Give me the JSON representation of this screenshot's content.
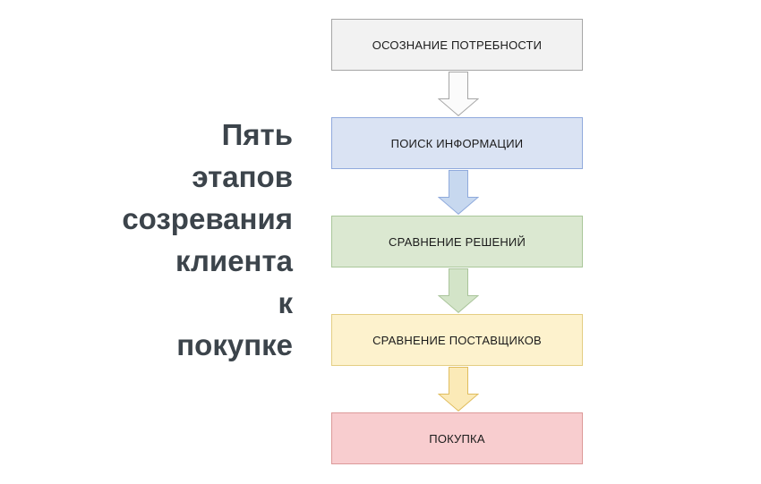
{
  "diagram": {
    "type": "vertical-flowchart",
    "title_lines": [
      "Пять",
      "этапов",
      "созревания",
      "клиента",
      "к",
      "покупке"
    ],
    "title_text": "Пять этапов созревания клиента к покупке",
    "title_color": "#3c444b",
    "background": "#ffffff",
    "stages": [
      {
        "index": 1,
        "label": "ОСОЗНАНИЕ ПОТРЕБНОСТИ",
        "fill": "#f2f2f2",
        "border": "#a6a6a6"
      },
      {
        "index": 2,
        "label": "ПОИСК ИНФОРМАЦИИ",
        "fill": "#dae3f3",
        "border": "#91aadd"
      },
      {
        "index": 3,
        "label": "СРАВНЕНИЕ РЕШЕНИЙ",
        "fill": "#dbe8d1",
        "border": "#aac79a"
      },
      {
        "index": 4,
        "label": "СРАВНЕНИЕ ПОСТАВЩИКОВ",
        "fill": "#fdf2cd",
        "border": "#e4ce83"
      },
      {
        "index": 5,
        "label": "ПОКУПКА",
        "fill": "#f8cdcf",
        "border": "#dc9a99"
      }
    ],
    "connectors": [
      {
        "index": 1,
        "from": "ОСОЗНАНИЕ ПОТРЕБНОСТИ",
        "to": "ПОИСК ИНФОРМАЦИИ",
        "direction": "down",
        "fill": "#fbfbfb",
        "border": "#a6a6a6"
      },
      {
        "index": 2,
        "from": "ПОИСК ИНФОРМАЦИИ",
        "to": "СРАВНЕНИЕ РЕШЕНИЙ",
        "direction": "down",
        "fill": "#c7d8ef",
        "border": "#8faadc"
      },
      {
        "index": 3,
        "from": "СРАВНЕНИЕ РЕШЕНИЙ",
        "to": "СРАВНЕНИЕ ПОСТАВЩИКОВ",
        "direction": "down",
        "fill": "#d3e4c8",
        "border": "#a9c49a"
      },
      {
        "index": 4,
        "from": "СРАВНЕНИЕ ПОСТАВЩИКОВ",
        "to": "ПОКУПКА",
        "direction": "down",
        "fill": "#fbeab7",
        "border": "#e0bd5e"
      }
    ]
  }
}
